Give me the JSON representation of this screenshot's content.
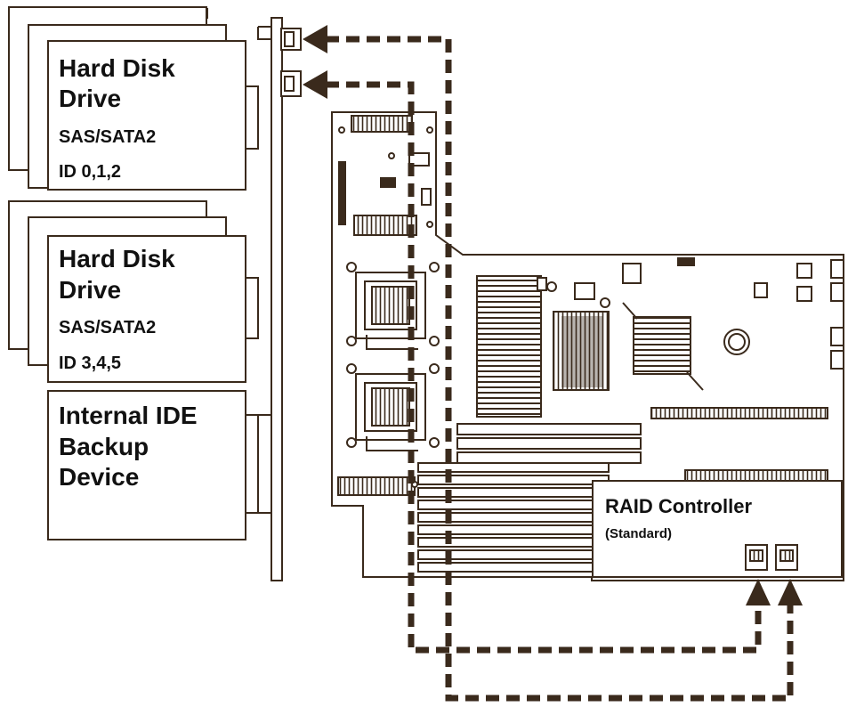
{
  "hdd_group_1": {
    "title_line1": "Hard Disk",
    "title_line2": "Drive",
    "interface": "SAS/SATA2",
    "ids": "ID 0,1,2"
  },
  "hdd_group_2": {
    "title_line1": "Hard Disk",
    "title_line2": "Drive",
    "interface": "SAS/SATA2",
    "ids": "ID 3,4,5"
  },
  "backup_device": {
    "line1": "Internal IDE",
    "line2": "Backup",
    "line3": "Device"
  },
  "raid_controller": {
    "title": "RAID Controller",
    "subtitle": "(Standard)"
  },
  "colors": {
    "line": "#3a2a1c",
    "fill": "#ffffff"
  }
}
